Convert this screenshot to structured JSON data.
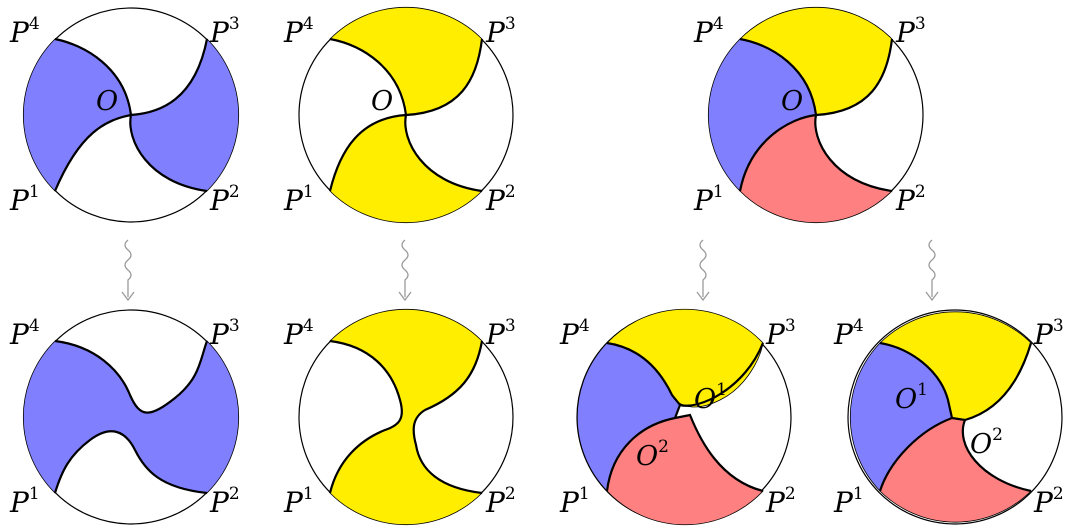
{
  "colors": {
    "blue": "#8080ff",
    "yellow": "#ffee00",
    "red": "#ff8080",
    "white": "#ffffff",
    "outline": "#000000",
    "arrow": "#9a9a9a"
  },
  "labels": {
    "P1": "P",
    "P1_sup": "1",
    "P2": "P",
    "P2_sup": "2",
    "P3": "P",
    "P3_sup": "3",
    "P4": "P",
    "P4_sup": "4",
    "O": "O",
    "O1": "O",
    "O1_sup": "1",
    "O2": "O",
    "O2_sup": "2"
  },
  "panels": [
    {
      "name": "top-blue-swirl",
      "fill": "blue"
    },
    {
      "name": "top-yellow-swirl",
      "fill": "yellow"
    },
    {
      "name": "top-tricolor-swirl",
      "fill": "tricolor"
    },
    {
      "name": "bottom-blue-smoothed",
      "fill": "blue"
    },
    {
      "name": "bottom-yellow-smoothed",
      "fill": "yellow"
    },
    {
      "name": "bottom-tricolor-split-a",
      "fill": "tricolor"
    },
    {
      "name": "bottom-tricolor-split-b",
      "fill": "tricolor"
    }
  ],
  "arrows": [
    {
      "from": "top-blue-swirl",
      "to": "bottom-blue-smoothed"
    },
    {
      "from": "top-yellow-swirl",
      "to": "bottom-yellow-smoothed"
    },
    {
      "from": "top-tricolor-swirl",
      "to": "bottom-tricolor-split-a"
    },
    {
      "from": "top-tricolor-swirl",
      "to": "bottom-tricolor-split-b"
    }
  ]
}
